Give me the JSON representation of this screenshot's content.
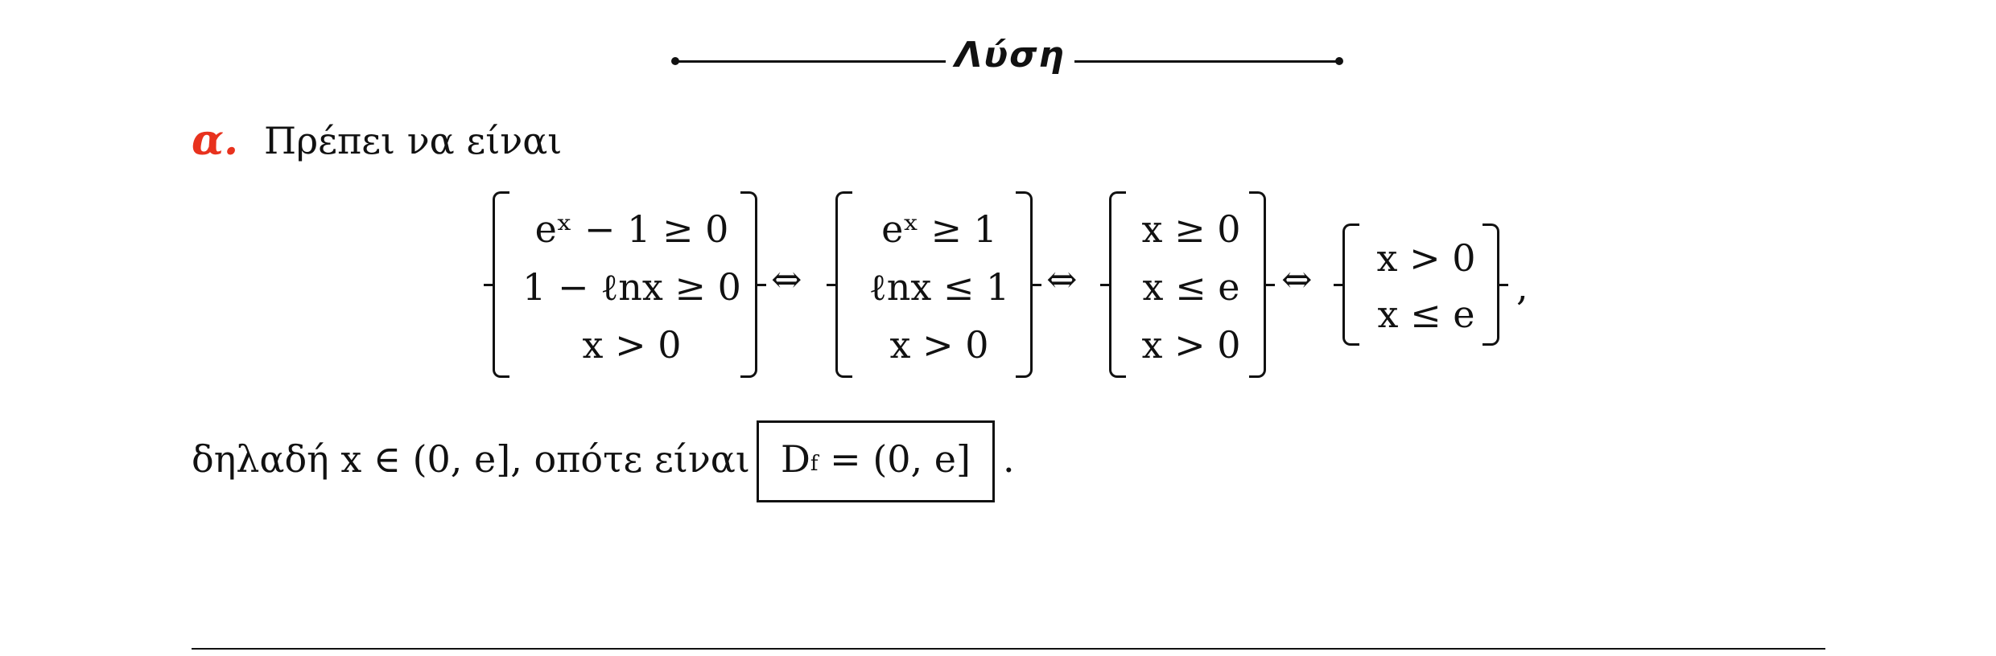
{
  "heading": {
    "title": "Λύση"
  },
  "part_a": {
    "label": "α.",
    "intro": "Πρέπει να είναι",
    "systems": [
      {
        "rows": [
          "eˣ − 1 ≥ 0",
          "1 − ℓnx ≥ 0",
          "x > 0"
        ]
      },
      {
        "rows": [
          "eˣ ≥ 1",
          "ℓnx ≤ 1",
          "x > 0"
        ]
      },
      {
        "rows": [
          "x ≥ 0",
          "x ≤ e",
          "x > 0"
        ]
      },
      {
        "rows": [
          "x > 0",
          "x ≤ e"
        ]
      }
    ],
    "equivalence": "⇔",
    "trailing_comma": ",",
    "conclusion_prefix": "δηλαδή  x ∈ (0, e], οπότε είναι",
    "boxed_result": "D_f = (0, e]",
    "boxed_parts": {
      "d": "D",
      "sub": "f",
      "rest": " = (0, e]"
    },
    "final_period": "."
  }
}
